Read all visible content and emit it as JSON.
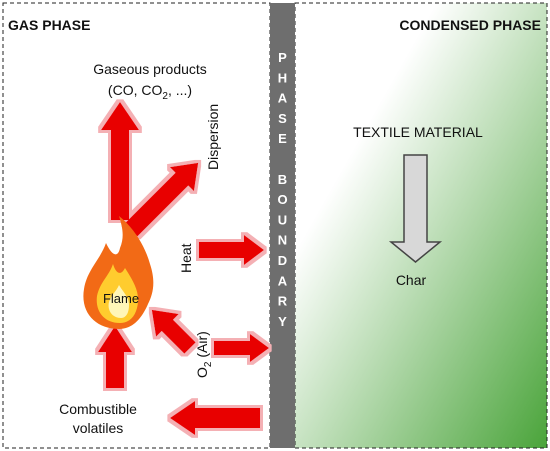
{
  "gas_phase": {
    "title": "GAS PHASE",
    "products_label": "Gaseous products",
    "products_formula": {
      "open": "(CO, CO",
      "sub": "2",
      "close": ", ...)"
    },
    "dispersion_label": "Dispersion",
    "heat_label": "Heat",
    "oxygen_label": {
      "main": "O",
      "sub": "2",
      "rest": " (Air)"
    },
    "flame_label": "Flame",
    "volatiles_label": [
      "Combustible",
      "volatiles"
    ]
  },
  "boundary": {
    "letters": [
      "P",
      "H",
      "A",
      "S",
      "E",
      "",
      "B",
      "O",
      "U",
      "N",
      "D",
      "A",
      "R",
      "Y"
    ]
  },
  "condensed_phase": {
    "title": "CONDENSED PHASE",
    "material_label": "TEXTILE MATERIAL",
    "char_label": "Char"
  },
  "colors": {
    "arrow_red": "#e80000",
    "arrow_glow": "#f4b0b4",
    "boundary_gray": "#6e6e6e",
    "condensed_green_start": "#ffffff",
    "condensed_green_end": "#4aa43a",
    "char_arrow_fill": "#d8d8d8"
  }
}
